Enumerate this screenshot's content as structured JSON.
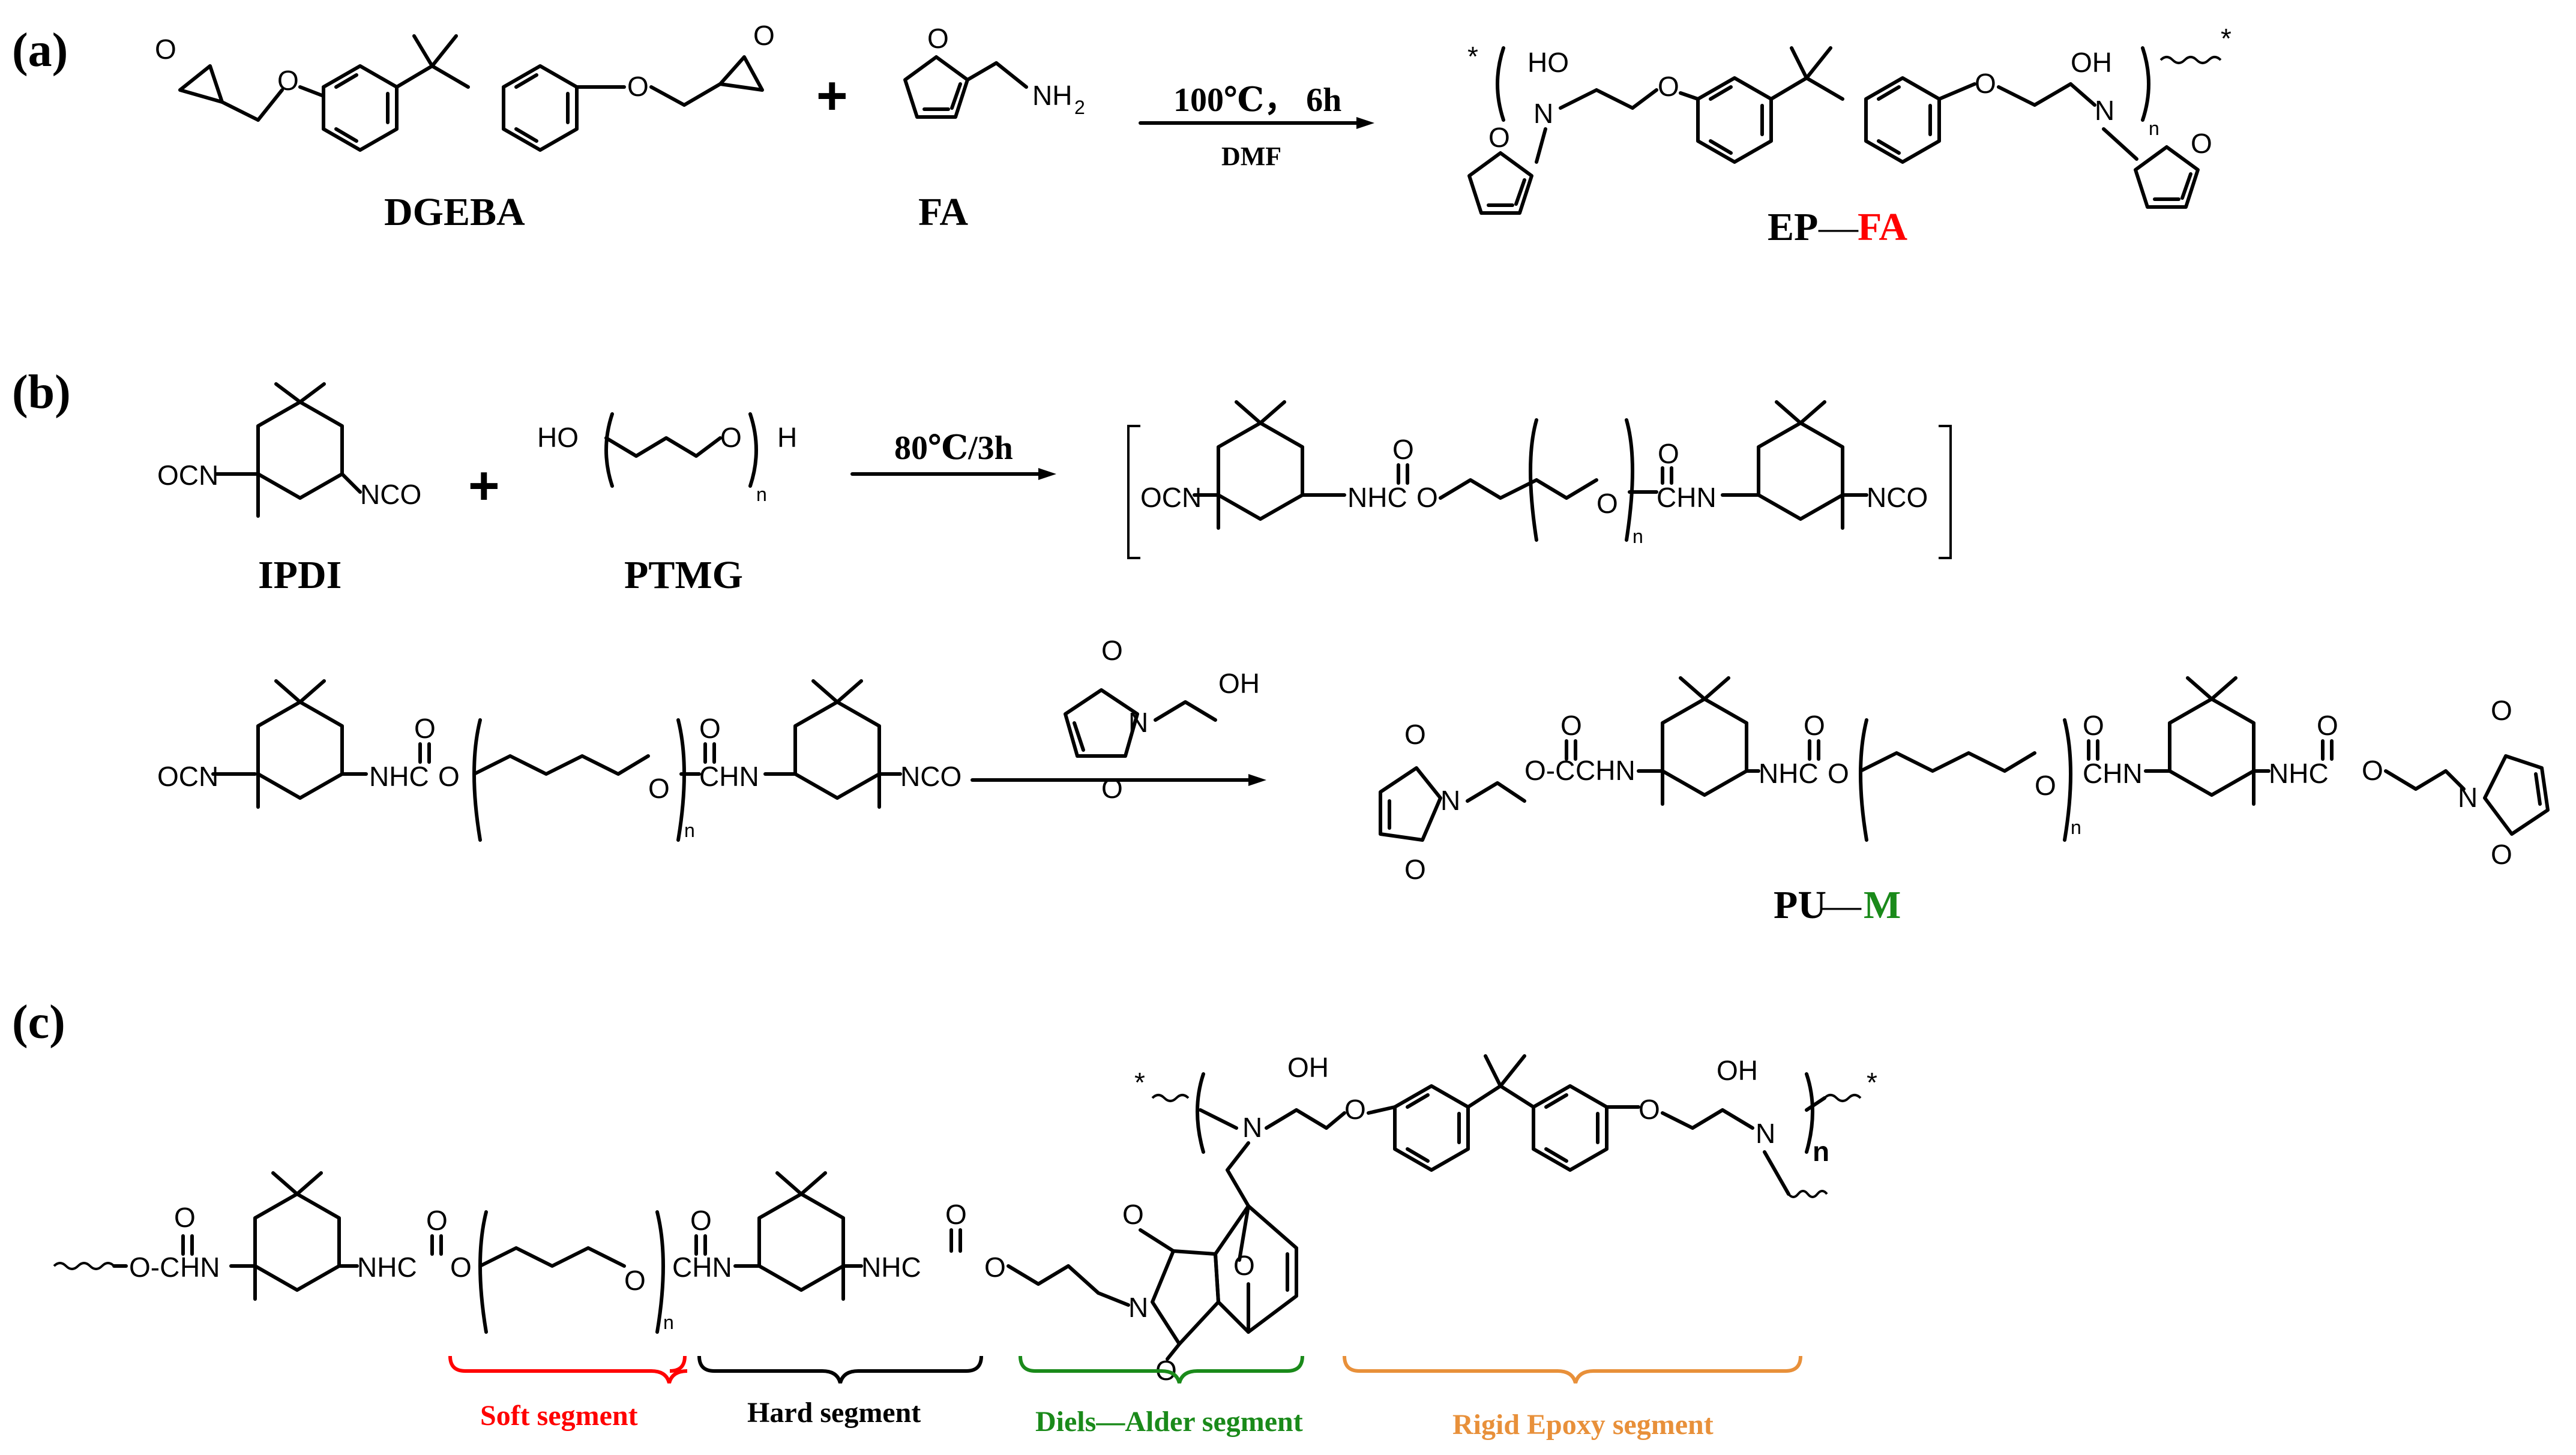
{
  "panels": {
    "a": "(a)",
    "b": "(b)",
    "c": "(c)"
  },
  "compounds": {
    "dgeba": "DGEBA",
    "fa": "FA",
    "ep_prefix": "EP",
    "dash": "—",
    "ep_suffix": "FA",
    "ipdi": "IPDI",
    "ptmg": "PTMG",
    "pu_prefix": "PU",
    "pu_suffix": "M"
  },
  "conditions": {
    "a_top": "100℃， 6h",
    "a_bottom": "DMF",
    "b": "80℃/3h"
  },
  "operators": {
    "plus": "+"
  },
  "atoms": {
    "nh2": "NH",
    "two": "2",
    "ho": "HO",
    "oh": "OH",
    "n_atom": "N",
    "o_atom": "O",
    "h_atom": "H",
    "n_sub": "n",
    "ocn": "OCN",
    "nco": "NCO",
    "nhc": "NHC",
    "chn": "CHN",
    "ocnh_c": "C",
    "star": "*",
    "o_c": "O-C",
    "hn": "HN"
  },
  "segments": [
    {
      "label": "Soft segment",
      "color": "#ff0000"
    },
    {
      "label": "Hard segment",
      "color": "#000000"
    },
    {
      "label": "Diels—Alder segment",
      "color": "#1a8a1a"
    },
    {
      "label": "Rigid Epoxy segment",
      "color": "#e8903a"
    }
  ],
  "colors": {
    "fa_red": "#ff0000",
    "m_green": "#1a8a1a"
  }
}
